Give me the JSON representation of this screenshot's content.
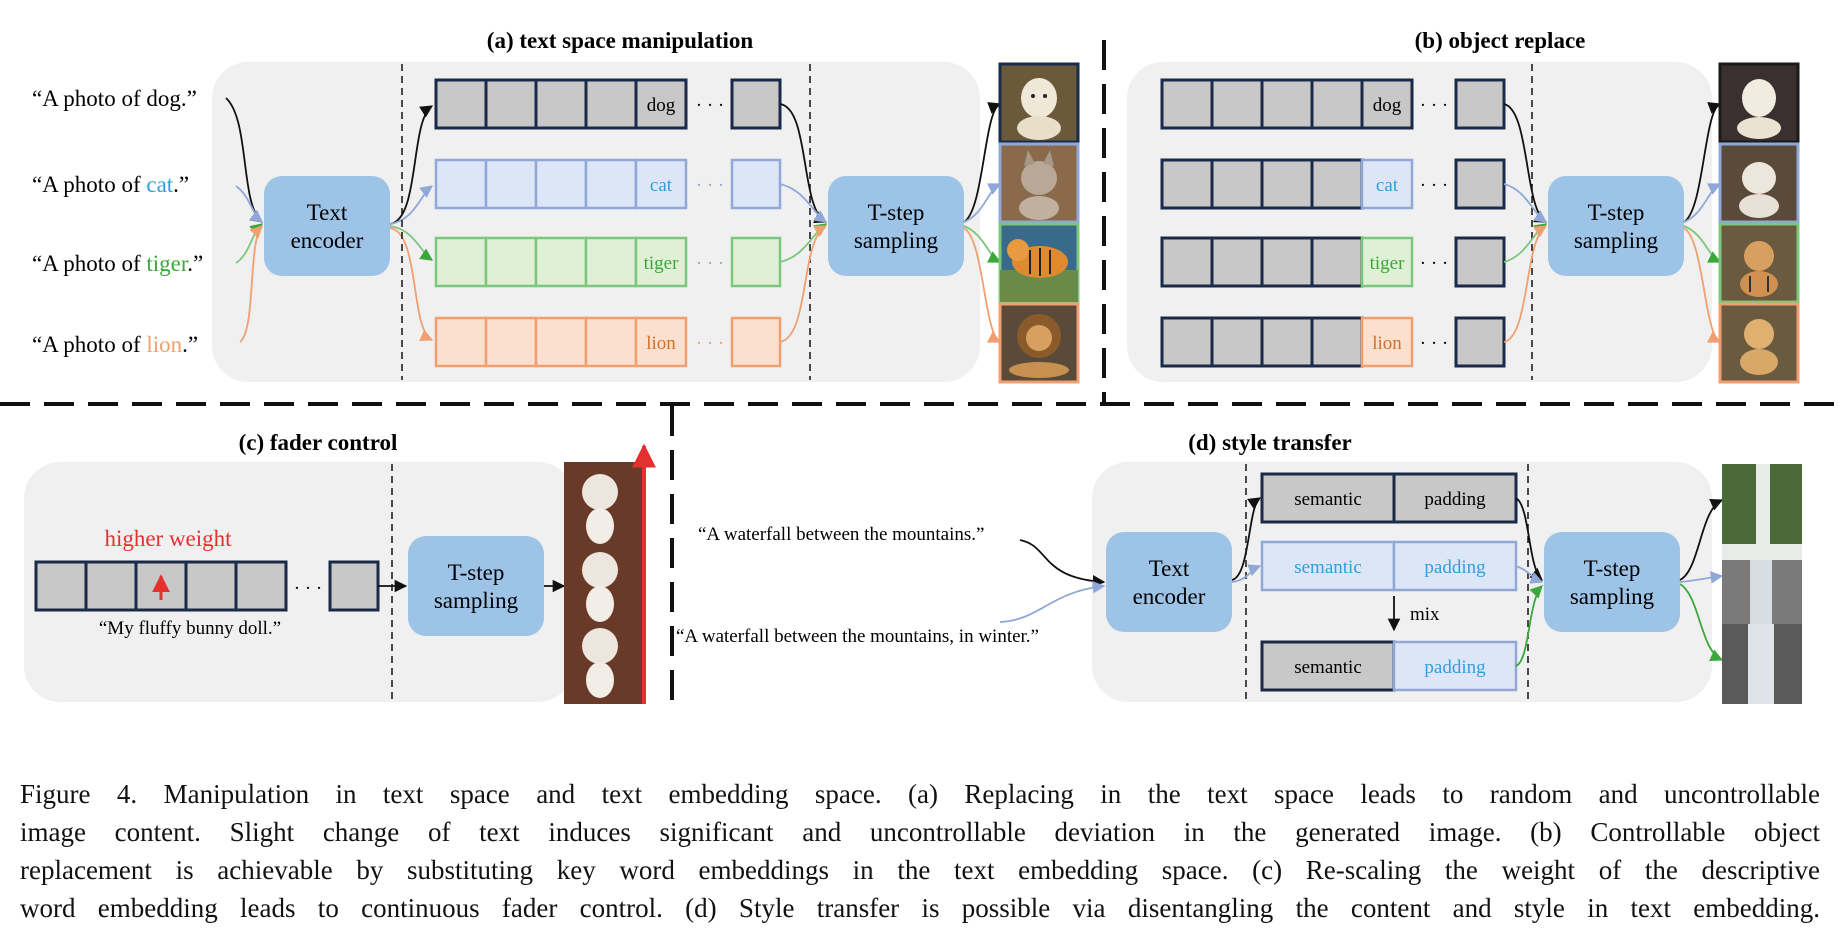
{
  "panels": {
    "a": {
      "title": "(a) text space manipulation",
      "prompts": [
        {
          "prefix": "“A photo of dog.”",
          "word": "",
          "suffix": ""
        },
        {
          "prefix": "“A photo of ",
          "word": "cat",
          "suffix": ".”"
        },
        {
          "prefix": "“A photo of ",
          "word": "tiger",
          "suffix": ".”"
        },
        {
          "prefix": "“A photo of ",
          "word": "lion",
          "suffix": ".”"
        }
      ],
      "encoder": [
        "Text",
        "encoder"
      ],
      "sampler": [
        "T-step",
        "sampling"
      ],
      "tokens": [
        "dog",
        "cat",
        "tiger",
        "lion"
      ],
      "ellipsis": "· · ·"
    },
    "b": {
      "title": "(b) object replace",
      "tokens": [
        "dog",
        "cat",
        "tiger",
        "lion"
      ],
      "sampler": [
        "T-step",
        "sampling"
      ]
    },
    "c": {
      "title": "(c) fader control",
      "annotation": "higher weight",
      "prompt": "“My fluffy bunny doll.”",
      "sampler": [
        "T-step",
        "sampling"
      ]
    },
    "d": {
      "title": "(d) style transfer",
      "prompt1": "“A waterfall between the mountains.”",
      "prompt2": "“A waterfall between the mountains, in winter.”",
      "encoder": [
        "Text",
        "encoder"
      ],
      "sampler": [
        "T-step",
        "sampling"
      ],
      "semantic": "semantic",
      "padding": "padding",
      "mix": "mix"
    }
  },
  "colors": {
    "dog": "#1a2a4a",
    "cat": "#2ea0e0",
    "tiger": "#3aa83a",
    "lion": "#e8884a",
    "red": "#e53030",
    "box_blue": "#9dc3e6",
    "panel_bg": "#f0f0f0"
  },
  "caption": [
    "Figure 4.  Manipulation in text space and text embedding space.  (a) Replacing in the text space leads to random and uncontrollable",
    "image content.  Slight change of text induces significant and uncontrollable deviation in the generated image.  (b) Controllable object",
    "replacement is achievable by substituting key word embeddings in the text embedding space. (c) Re-scaling the weight of the descriptive",
    "word embedding leads to continuous fader control. (d) Style transfer is possible via disentangling the content and style in text embedding."
  ]
}
